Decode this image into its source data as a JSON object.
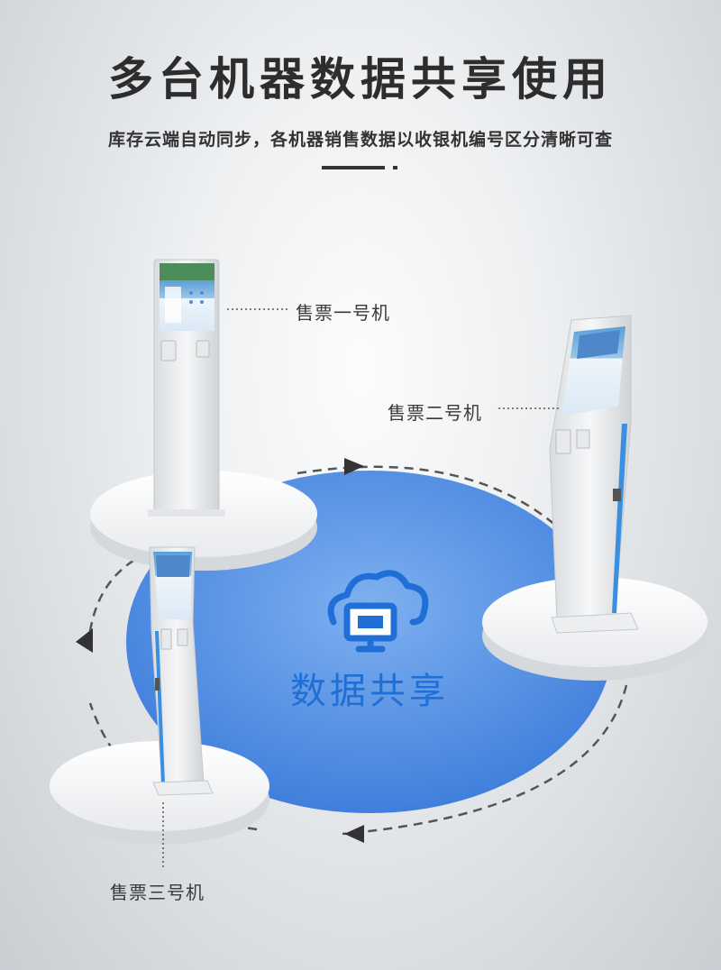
{
  "header": {
    "title": "多台机器数据共享使用",
    "subtitle": "库存云端自动同步，各机器销售数据以收银机编号区分清晰可查"
  },
  "machines": [
    {
      "label": "售票一号机"
    },
    {
      "label": "售票二号机"
    },
    {
      "label": "售票三号机"
    }
  ],
  "center": {
    "label": "数据共享",
    "icon": "cloud-monitor-icon"
  },
  "colors": {
    "accent": "#1f6fd6",
    "circle": "#4d8de6",
    "title": "#2d2d2d"
  }
}
